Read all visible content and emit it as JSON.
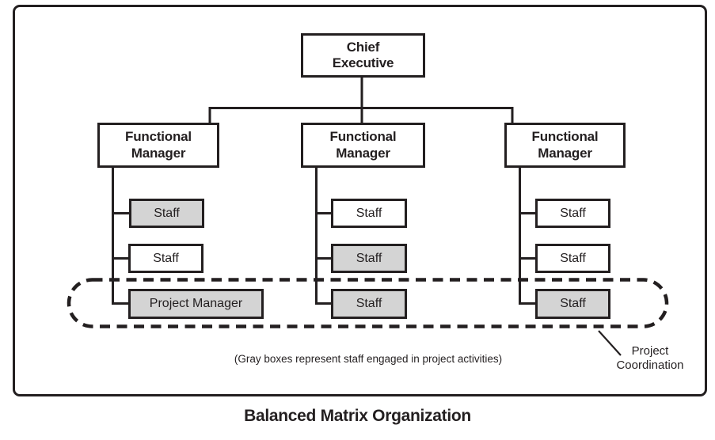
{
  "page": {
    "title": "Balanced Matrix Organization",
    "note": "(Gray boxes represent staff engaged in project activities)"
  },
  "org": {
    "chief": {
      "line1": "Chief",
      "line2": "Executive"
    },
    "managers": [
      {
        "line1": "Functional",
        "line2": "Manager"
      },
      {
        "line1": "Functional",
        "line2": "Manager"
      },
      {
        "line1": "Functional",
        "line2": "Manager"
      }
    ],
    "columns": [
      {
        "boxes": [
          {
            "label": "Staff",
            "gray": true
          },
          {
            "label": "Staff",
            "gray": false
          },
          {
            "label": "Project Manager",
            "gray": true
          }
        ]
      },
      {
        "boxes": [
          {
            "label": "Staff",
            "gray": false
          },
          {
            "label": "Staff",
            "gray": true
          },
          {
            "label": "Staff",
            "gray": true
          }
        ]
      },
      {
        "boxes": [
          {
            "label": "Staff",
            "gray": false
          },
          {
            "label": "Staff",
            "gray": false
          },
          {
            "label": "Staff",
            "gray": true
          }
        ]
      }
    ],
    "annotation": {
      "line1": "Project",
      "line2": "Coordination"
    }
  },
  "colors": {
    "line_black": "#231f20",
    "box_gray": "#d4d4d4",
    "box_white": "#ffffff"
  }
}
